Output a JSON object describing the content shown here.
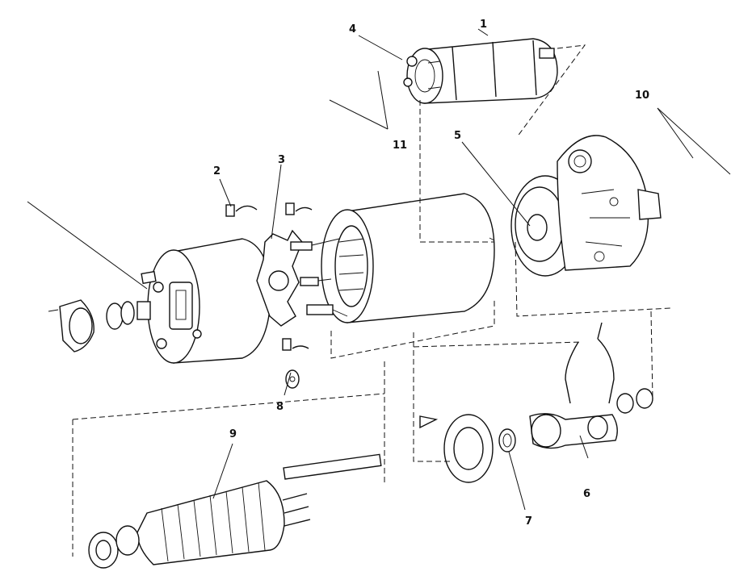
{
  "diagram": {
    "callouts": [
      {
        "id": "c1",
        "text": "1"
      },
      {
        "id": "c2",
        "text": "2"
      },
      {
        "id": "c3",
        "text": "3"
      },
      {
        "id": "c4",
        "text": "4"
      },
      {
        "id": "c5",
        "text": "5"
      },
      {
        "id": "c6",
        "text": "6"
      },
      {
        "id": "c7",
        "text": "7"
      },
      {
        "id": "c8",
        "text": "8"
      },
      {
        "id": "c9",
        "text": "9"
      },
      {
        "id": "c10",
        "text": "10"
      },
      {
        "id": "c11",
        "text": "11"
      }
    ],
    "parts": [
      "solenoid",
      "drive-end-housing",
      "field-frame",
      "commutator-end-frame",
      "brush-plate",
      "armature",
      "drive-pinion-assembly",
      "shift-fork",
      "thrust-washer",
      "end-cap"
    ]
  }
}
